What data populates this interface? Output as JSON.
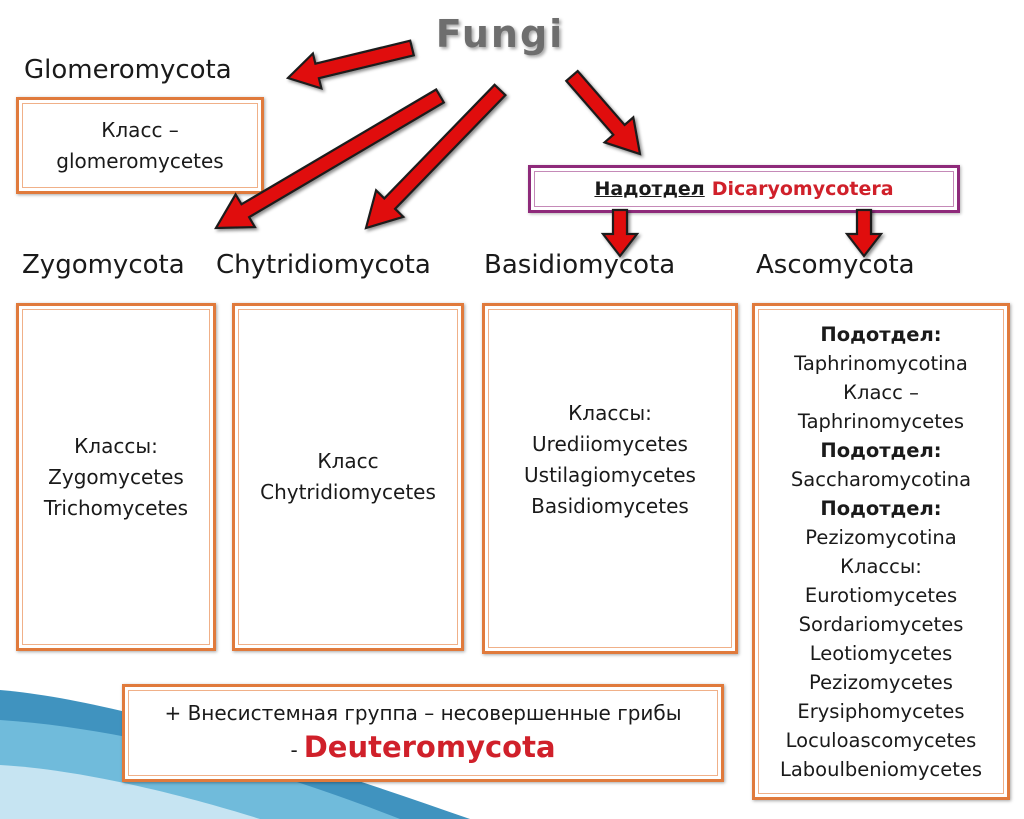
{
  "title": "Fungi",
  "glomeromycota": {
    "name": "Glomeromycota",
    "lines": [
      "Класс –",
      "glomeromycetes"
    ]
  },
  "superdivision": {
    "label": "Надотдел",
    "name": "Dicaryomycotera"
  },
  "zygomycota": {
    "name": "Zygomycota",
    "lines": [
      "Классы:",
      "Zygomycetes",
      "Trichomycetes"
    ]
  },
  "chytridiomycota": {
    "name": "Chytridiomycota",
    "lines": [
      "Класс",
      "Chytridiomycetes"
    ]
  },
  "basidiomycota": {
    "name": "Basidiomycota",
    "lines": [
      "Классы:",
      "Urediiomycetes",
      "Ustilagiomycetes",
      "Basidiomycetes"
    ]
  },
  "ascomycota": {
    "name": "Ascomycota",
    "sub1_label": "Подотдел:",
    "sub1_name": "Taphrinomycotina",
    "sub1_class_label": "Класс –",
    "sub1_class": "Taphrinomycetes",
    "sub2_label": "Подотдел:",
    "sub2_name": "Saccharomycotina",
    "sub3_label": "Подотдел:",
    "sub3_name": "Pezizomycotina",
    "classes_label": "Классы:",
    "classes": [
      "Eurotiomycetes",
      "Sordariomycetes",
      "Leotiomycetes",
      "Pezizomycetes",
      "Erysiphomycetes",
      "Loculoascomycetes",
      "Laboulbeniomycetes"
    ]
  },
  "extra_group": {
    "line1": "+ Внесистемная группа – несовершенные грибы",
    "dash": "-",
    "name": "Deuteromycota"
  },
  "colors": {
    "box_border": "#e07a3c",
    "superdivision_border": "#8e2a7a",
    "arrow_fill": "#e01010",
    "highlight": "#d0202a",
    "title": "#6e6e6e"
  }
}
